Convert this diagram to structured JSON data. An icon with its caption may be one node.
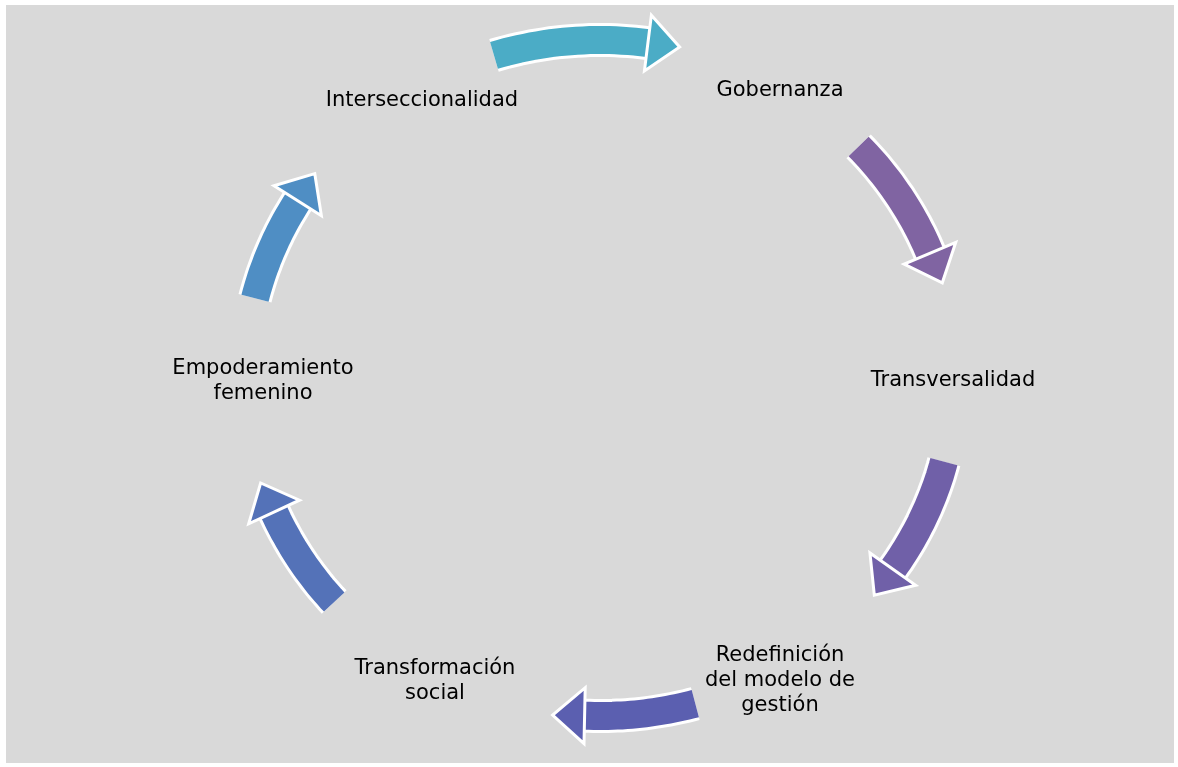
{
  "diagram": {
    "nodes": [
      {
        "text": [
          "Gobernanza"
        ]
      },
      {
        "text": [
          "Transversalidad"
        ]
      },
      {
        "text": [
          "Redefinición del modelo de gestión"
        ]
      },
      {
        "text": [
          "Transformación social"
        ]
      },
      {
        "text": [
          "Empoderamiento femenino"
        ]
      },
      {
        "text": [
          "Interseccionalidad"
        ]
      }
    ],
    "edges": [
      {
        "from": 0,
        "to": 1,
        "arrow": "to",
        "color": "#8064a2"
      },
      {
        "from": 1,
        "to": 2,
        "arrow": "to",
        "color": "#7060a8"
      },
      {
        "from": 2,
        "to": 3,
        "arrow": "to",
        "color": "#5b5fb0"
      },
      {
        "from": 3,
        "to": 4,
        "arrow": "to",
        "color": "#5472b8"
      },
      {
        "from": 4,
        "to": 5,
        "arrow": "to",
        "color": "#4f8ec4"
      },
      {
        "from": 5,
        "to": 0,
        "arrow": "to",
        "color": "#4bacc6"
      }
    ]
  }
}
